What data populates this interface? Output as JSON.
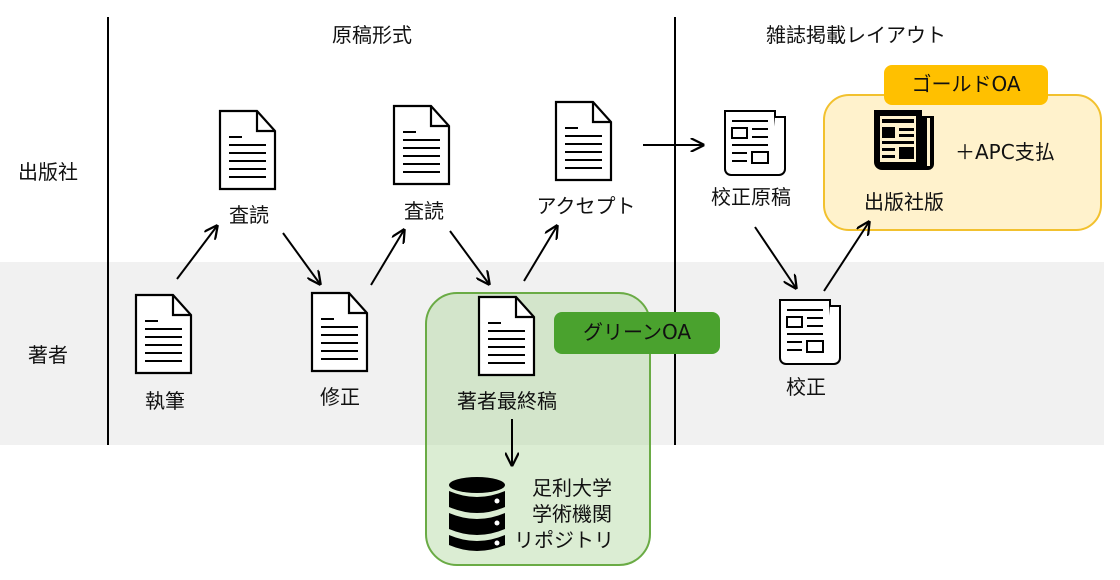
{
  "columns": {
    "manuscript_format": "原稿形式",
    "journal_layout": "雑誌掲載レイアウト"
  },
  "rows": {
    "publisher": "出版社",
    "author": "著者"
  },
  "nodes": {
    "review1": "査読",
    "review2": "査読",
    "accept": "アクセプト",
    "proof_manuscript": "校正原稿",
    "publisher_version": "出版社版",
    "writing": "執筆",
    "revision": "修正",
    "author_final": "著者最終稿",
    "proofreading": "校正",
    "repository_lines": [
      "足利大学",
      "学術機関",
      "リポジトリ"
    ]
  },
  "badges": {
    "green_oa": "グリーンOA",
    "gold_oa": "ゴールドOA",
    "apc": "＋APC支払"
  },
  "colors": {
    "green_fill": "#d5e8d4",
    "green_border": "#6aab45",
    "green_badge": "#4aa22e",
    "gold_fill": "#fff2cc",
    "gold_border": "#f2c12e",
    "gold_badge": "#ffc000",
    "author_band": "#f1f1f1"
  }
}
